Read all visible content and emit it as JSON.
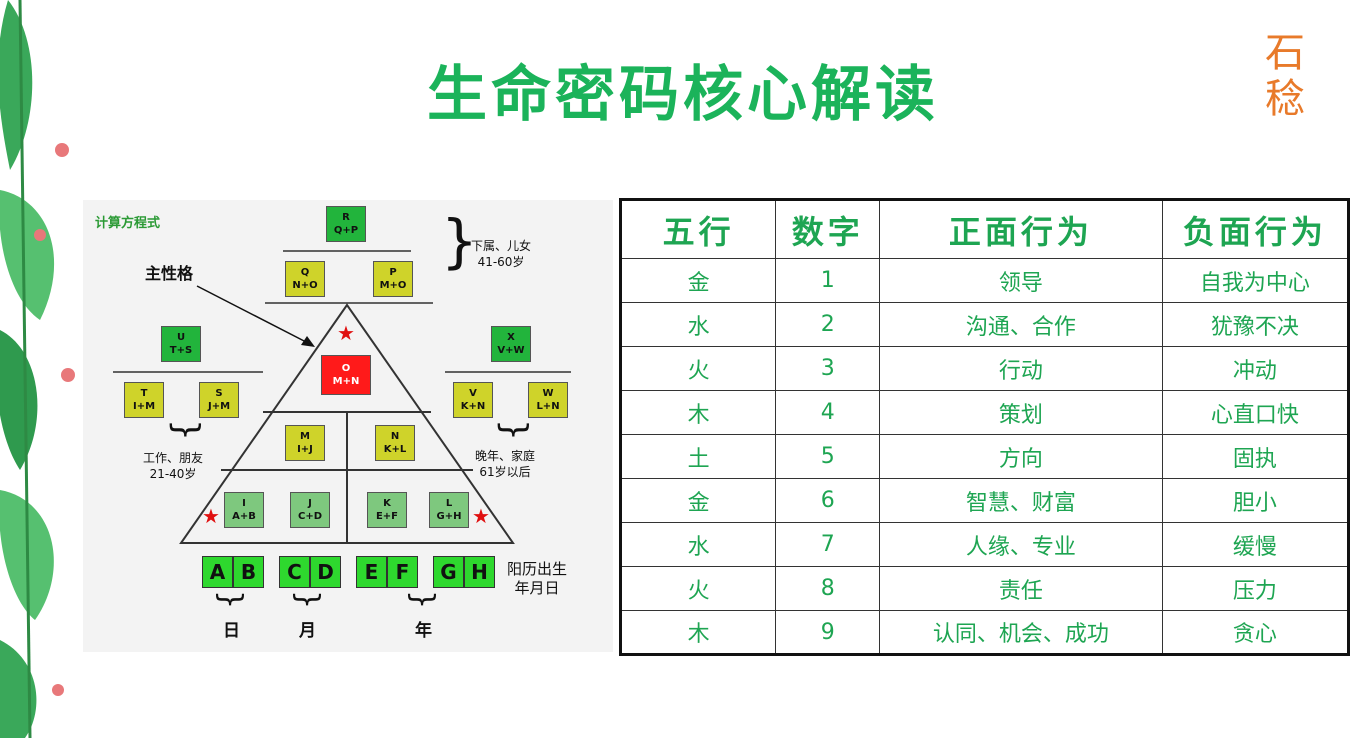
{
  "title": "生命密码核心解读",
  "logo": {
    "char_top": "石",
    "char_bottom": "稔",
    "color": "#e87a2a"
  },
  "colors": {
    "accent_green": "#1bb35a",
    "box_green": "#22b43c",
    "box_yellow": "#cfd32a",
    "box_red": "#ff1a1a",
    "date_green": "#2ed82e"
  },
  "diagram": {
    "calc_label": "计算方程式",
    "main_label": "主性格",
    "subordinates": "下属、儿女",
    "subordinates_age": "41-60岁",
    "work": "工作、朋友",
    "work_age": "21-40岁",
    "late": "晚年、家庭",
    "late_age": "61岁以后",
    "birth": "阳历出生",
    "birth2": "年月日",
    "day": "日",
    "month": "月",
    "year": "年",
    "boxes": {
      "R": {
        "name": "R",
        "formula": "Q+P"
      },
      "Q": {
        "name": "Q",
        "formula": "N+O"
      },
      "P": {
        "name": "P",
        "formula": "M+O"
      },
      "U": {
        "name": "U",
        "formula": "T+S"
      },
      "T": {
        "name": "T",
        "formula": "I+M"
      },
      "S": {
        "name": "S",
        "formula": "J+M"
      },
      "X": {
        "name": "X",
        "formula": "V+W"
      },
      "V": {
        "name": "V",
        "formula": "K+N"
      },
      "W": {
        "name": "W",
        "formula": "L+N"
      },
      "O": {
        "name": "O",
        "formula": "M+N"
      },
      "M": {
        "name": "M",
        "formula": "I+J"
      },
      "N": {
        "name": "N",
        "formula": "K+L"
      },
      "I": {
        "name": "I",
        "formula": "A+B"
      },
      "J": {
        "name": "J",
        "formula": "C+D"
      },
      "K": {
        "name": "K",
        "formula": "E+F"
      },
      "L": {
        "name": "L",
        "formula": "G+H"
      }
    },
    "date_cells": [
      "A",
      "B",
      "C",
      "D",
      "E",
      "F",
      "G",
      "H"
    ]
  },
  "table": {
    "headers": [
      "五行",
      "数字",
      "正面行为",
      "负面行为"
    ],
    "rows": [
      [
        "金",
        "1",
        "领导",
        "自我为中心"
      ],
      [
        "水",
        "2",
        "沟通、合作",
        "犹豫不决"
      ],
      [
        "火",
        "3",
        "行动",
        "冲动"
      ],
      [
        "木",
        "4",
        "策划",
        "心直口快"
      ],
      [
        "土",
        "5",
        "方向",
        "固执"
      ],
      [
        "金",
        "6",
        "智慧、财富",
        "胆小"
      ],
      [
        "水",
        "7",
        "人缘、专业",
        "缓慢"
      ],
      [
        "火",
        "8",
        "责任",
        "压力"
      ],
      [
        "木",
        "9",
        "认同、机会、成功",
        "贪心"
      ]
    ]
  }
}
